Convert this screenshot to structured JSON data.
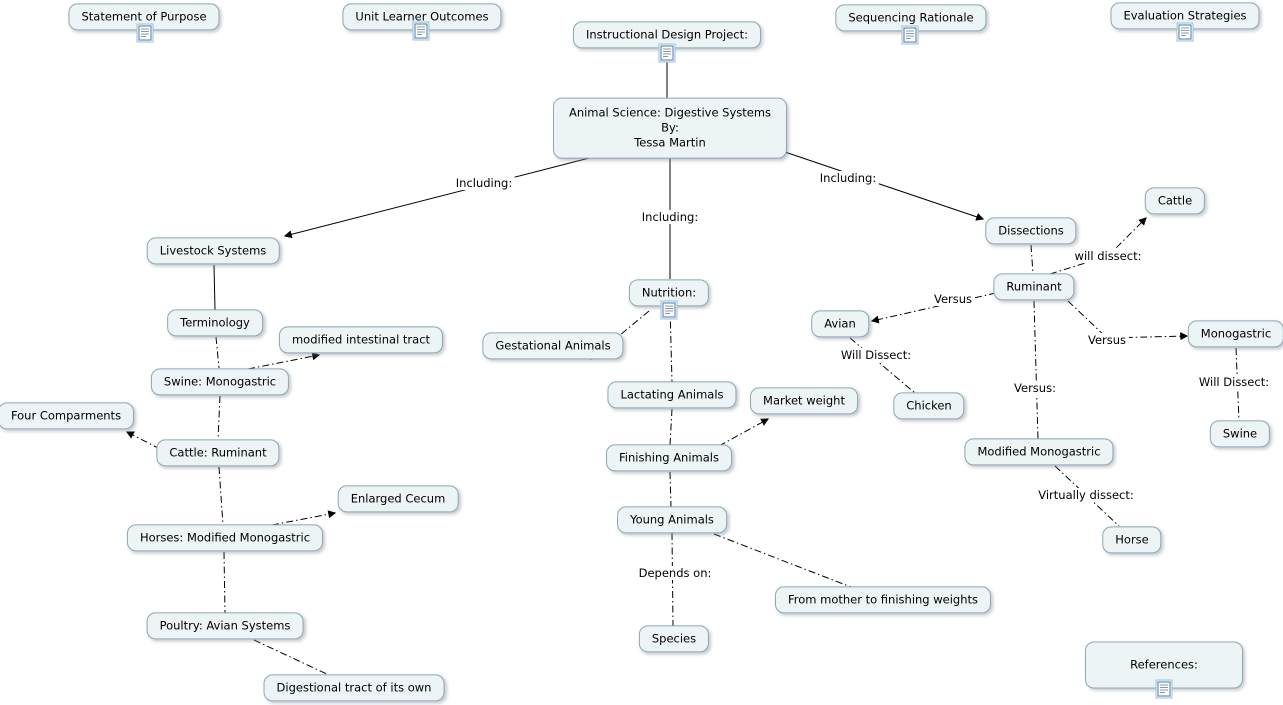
{
  "title": "Instructional Design Project concept map",
  "colors": {
    "background": "#ffffff",
    "node_bg": "#ecf4f5",
    "node_border": "#8ea8b4",
    "line": "#000000"
  },
  "nodes": {
    "statement_of_purpose": {
      "label": "Statement of Purpose"
    },
    "unit_learner_outcomes": {
      "label": "Unit Learner Outcomes"
    },
    "instructional_design_project": {
      "label": "Instructional Design Project:"
    },
    "sequencing_rationale": {
      "label": "Sequencing Rationale"
    },
    "evaluation_strategies": {
      "label": "Evaluation Strategies"
    },
    "main": {
      "line1": "Animal Science: Digestive Systems",
      "line2": "By:",
      "line3": "Tessa Martin"
    },
    "livestock_systems": {
      "label": "Livestock Systems"
    },
    "terminology": {
      "label": "Terminology"
    },
    "modified_intestinal_tract": {
      "label": "modified intestinal tract"
    },
    "swine_monogastric": {
      "label": "Swine: Monogastric"
    },
    "four_comparments": {
      "label": "Four Comparments"
    },
    "cattle_ruminant": {
      "label": "Cattle: Ruminant"
    },
    "enlarged_cecum": {
      "label": "Enlarged Cecum"
    },
    "horses_modified_monogastric": {
      "label": "Horses: Modified Monogastric"
    },
    "poultry_avian_systems": {
      "label": "Poultry: Avian Systems"
    },
    "digestional_tract_of_its_own": {
      "label": "Digestional tract of its own"
    },
    "nutrition": {
      "label": "Nutrition:"
    },
    "gestational_animals": {
      "label": "Gestational Animals"
    },
    "lactating_animals": {
      "label": "Lactating Animals"
    },
    "market_weight": {
      "label": "Market weight"
    },
    "finishing_animals": {
      "label": "Finishing Animals"
    },
    "young_animals": {
      "label": "Young Animals"
    },
    "species": {
      "label": "Species"
    },
    "from_mother_to_finishing_weights": {
      "label": "From mother to finishing weights"
    },
    "dissections": {
      "label": "Dissections"
    },
    "cattle": {
      "label": "Cattle"
    },
    "ruminant": {
      "label": "Ruminant"
    },
    "avian": {
      "label": "Avian"
    },
    "chicken": {
      "label": "Chicken"
    },
    "monogastric": {
      "label": "Monogastric"
    },
    "swine": {
      "label": "Swine"
    },
    "modified_monogastric": {
      "label": "Modified Monogastric"
    },
    "horse": {
      "label": "Horse"
    },
    "references": {
      "label": "References:"
    }
  },
  "link_labels": {
    "including_left": "Including:",
    "including_middle": "Including:",
    "including_right": "Including:",
    "will_dissect_cattle": "will dissect:",
    "versus_avian": "Versus",
    "will_dissect_chicken": "Will Dissect:",
    "versus_monogastric": "Versus",
    "will_dissect_swine": "Will Dissect:",
    "versus_modified_monogastric": "Versus:",
    "virtually_dissect": "Virtually dissect:",
    "depends_on": "Depends on:"
  },
  "icons": {
    "resource_icon": "document-resource"
  }
}
